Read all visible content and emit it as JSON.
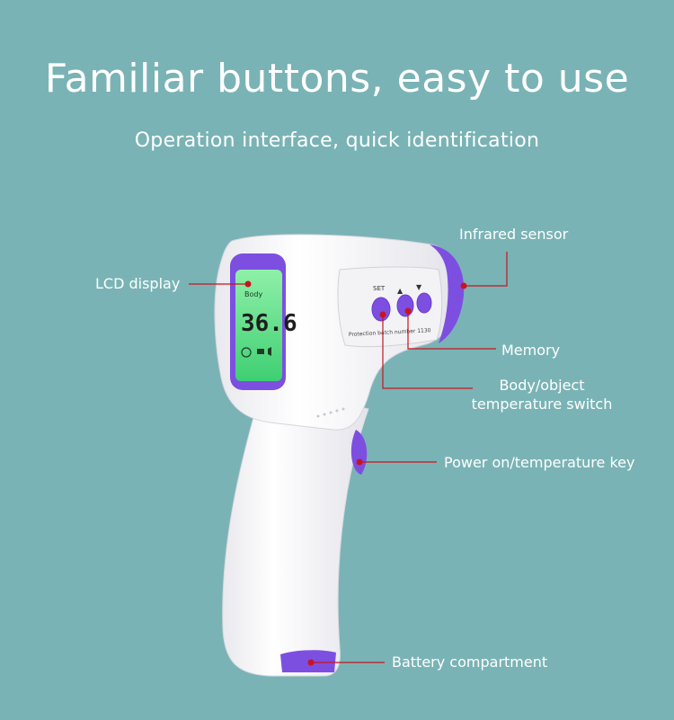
{
  "header": {
    "title": "Familiar buttons, easy to use",
    "subtitle": "Operation interface, quick identification"
  },
  "device": {
    "lcd_reading": "36.6",
    "lcd_mode": "Body",
    "button_set_label": "SET",
    "button_up_glyph": "▲",
    "button_down_glyph": "▼",
    "panel_text": "Protection batch number 1130"
  },
  "labels": {
    "infrared_sensor": "Infrared sensor",
    "lcd_display": "LCD display",
    "memory": "Memory",
    "body_object_line1": "Body/object",
    "body_object_line2": "temperature switch",
    "power_key": "Power on/temperature key",
    "battery": "Battery compartment"
  },
  "colors": {
    "background": "#7ab3b5",
    "accent_purple": "#7d4fe0",
    "leader_red": "#c8141e",
    "lcd_green": "#5ee08a",
    "body_white": "#f7f7f9"
  }
}
